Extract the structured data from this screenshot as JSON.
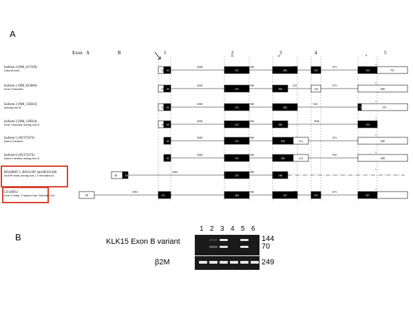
{
  "panel_a": {
    "label": "A",
    "exon_header": {
      "title": "Exon",
      "exons": [
        "A",
        "B",
        "1",
        "2",
        "3",
        "4",
        "5"
      ]
    },
    "tracks": [
      {
        "name": "Isoform 4 (NM_017509)",
        "note": "(classical form)",
        "highlighted": false,
        "segs": [
          {
            "label": "31",
            "label2": "63"
          },
          {
            "label": "151"
          },
          {
            "label": "284"
          },
          {
            "label": "137"
          },
          {
            "label": "153",
            "label2": "767"
          }
        ],
        "introns": [
          "3038",
          "500",
          "129",
          "673"
        ]
      },
      {
        "name": "Isoform 1 (NM_023006)",
        "note": "(exon 3 truncation)",
        "highlighted": false,
        "segs": [
          {
            "label": "31",
            "label2": "63"
          },
          {
            "label": "151"
          },
          {
            "label": "160"
          },
          {
            "label": "136"
          },
          {
            "label": "680"
          }
        ],
        "introns": [
          "3038",
          "500",
          "124",
          "673"
        ]
      },
      {
        "name": "Isoform 2 (NM_138563)",
        "note": "(missing exon 4)",
        "highlighted": false,
        "segs": [
          {
            "label": "31",
            "label2": "63"
          },
          {
            "label": "151"
          },
          {
            "label": "284"
          },
          {
            "label": "5"
          },
          {
            "label": "767"
          }
        ],
        "introns": [
          "3038",
          "500",
          "910"
        ]
      },
      {
        "name": "Isoform 3 (NM_138564)",
        "note": "(exon 3 truncation, missing exon 4)",
        "highlighted": false,
        "segs": [
          {
            "label": "31",
            "label2": "63"
          },
          {
            "label": "151"
          },
          {
            "label": "160"
          },
          {
            "label": "153"
          }
        ],
        "introns": [
          "3038",
          "500",
          "2946"
        ]
      },
      {
        "name": "Isoform 5 (AY373373)",
        "note": "(intron 3 retention)",
        "highlighted": false,
        "segs": [
          {
            "label": "63"
          },
          {
            "label": "151"
          },
          {
            "label": "292",
            "label2": "213"
          },
          {
            "label": "680"
          }
        ],
        "introns": [
          "3038",
          "500",
          "673"
        ]
      },
      {
        "name": "Isoform 6 (AY373374)",
        "note": "(intron 3 retention, missing exon 4)",
        "highlighted": false,
        "segs": [
          {
            "label": "63"
          },
          {
            "label": "151"
          },
          {
            "label": "292",
            "label2": "212"
          },
          {
            "label": "680"
          }
        ],
        "introns": [
          "3038",
          "500",
          "810"
        ]
      },
      {
        "name": "BF428087.1, BF431207 and BF431386",
        "note": "(exon B variant, missing exon 1, 3' end unknown)",
        "highlighted": true,
        "segs": [
          {
            "label": "38",
            "label2": "63"
          },
          {
            "label": "151"
          },
          {
            "label": "136"
          }
        ],
        "introns": [
          "5203",
          "500"
        ]
      },
      {
        "name": "CF139951",
        "note": "(exon A variant, 3' sequence from: Yurliander et al)",
        "highlighted": true,
        "segs": [
          {
            "label": "99"
          },
          {
            "label": "151"
          },
          {
            "label": "284"
          },
          {
            "label": "137"
          },
          {
            "label": "153",
            "label2": "767"
          }
        ],
        "introns": [
          "5591",
          "500",
          "129",
          "673"
        ]
      }
    ]
  },
  "panel_b": {
    "label": "B",
    "gel_top": {
      "title": "KLK15 Exon B variant",
      "lanes": [
        "1",
        "2",
        "3",
        "4",
        "5",
        "6"
      ],
      "sizes": [
        "144",
        "70"
      ],
      "band_144": [
        0,
        0.05,
        1,
        0,
        1,
        0
      ],
      "band_70": [
        0,
        0.35,
        1,
        0,
        1,
        0
      ]
    },
    "gel_bottom": {
      "title": "β2M",
      "sizes": [
        "249"
      ],
      "band_249": [
        1,
        1,
        1,
        1,
        1,
        1
      ]
    }
  }
}
